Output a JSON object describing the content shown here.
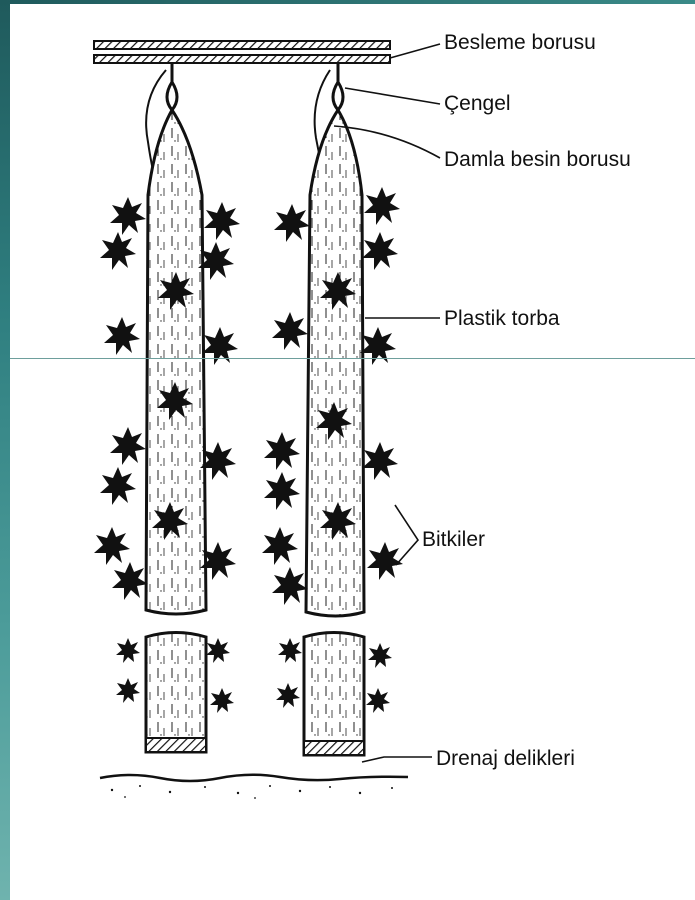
{
  "labels": {
    "feed_pipe": "Besleme borusu",
    "hook": "Çengel",
    "drip_tube": "Damla besin borusu",
    "plastic_bag": "Plastik torba",
    "plants": "Bitkiler",
    "drain_holes": "Drenaj delikleri"
  },
  "colors": {
    "accent_bar": "#2f7f80",
    "ink": "#111111"
  }
}
